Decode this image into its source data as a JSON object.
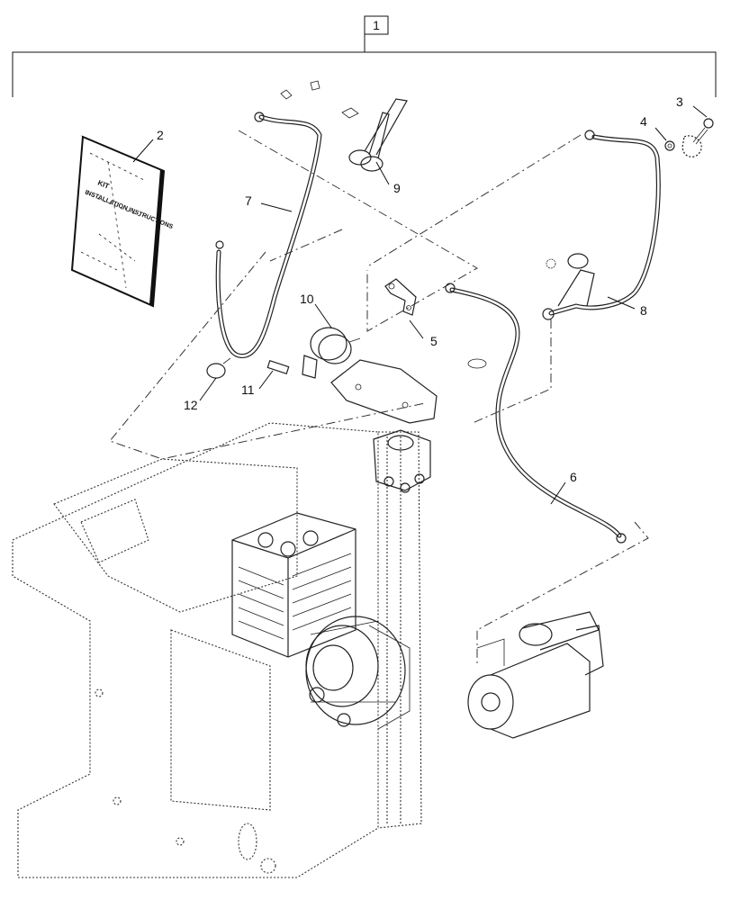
{
  "diagram": {
    "assembly_label": "1",
    "book": {
      "title_line1": "KIT",
      "title_line2": "INSTALLATION INSTRUCTIONS"
    },
    "callouts": {
      "c2": "2",
      "c3": "3",
      "c4": "4",
      "c5": "5",
      "c6": "6",
      "c7": "7",
      "c8": "8",
      "c9": "9",
      "c10": "10",
      "c11": "11",
      "c12": "12"
    }
  }
}
